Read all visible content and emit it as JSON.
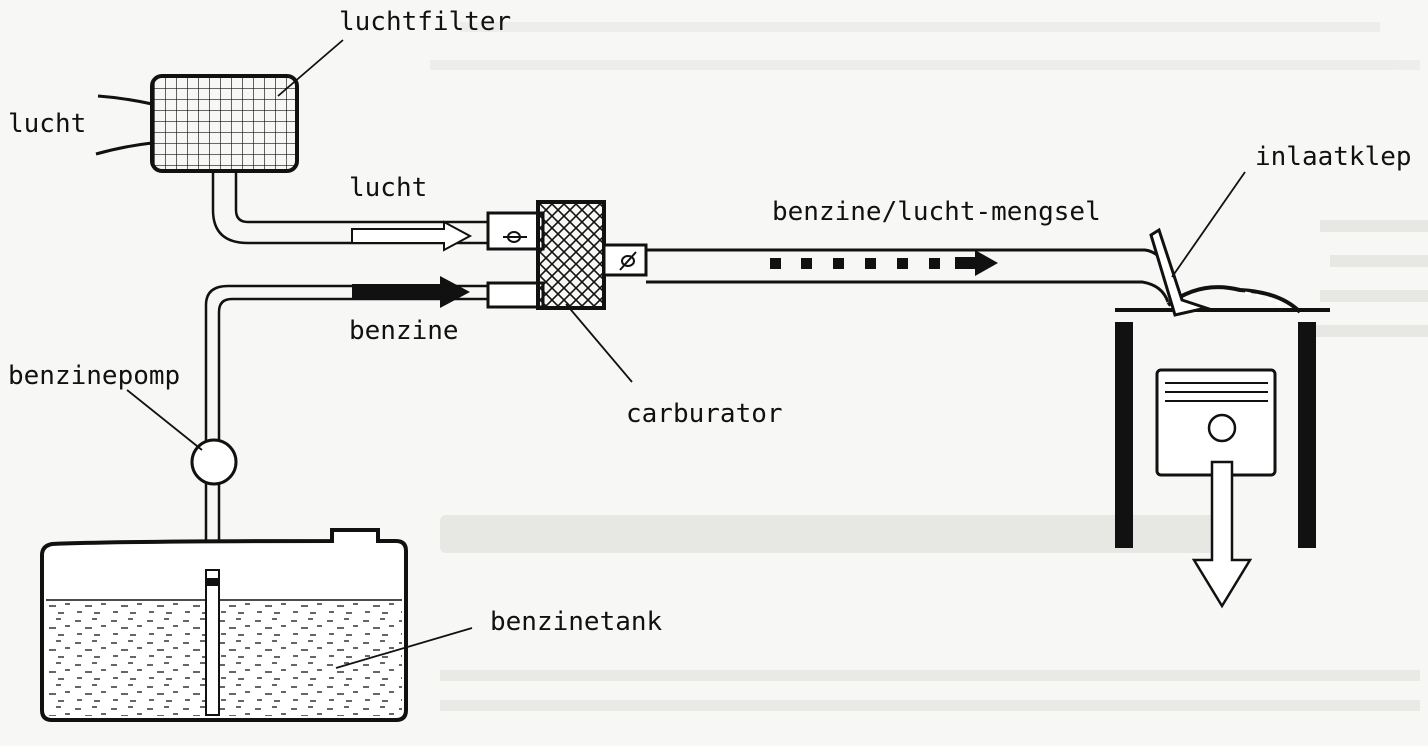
{
  "labels": {
    "luchtfilter": "luchtfilter",
    "lucht_intake": "lucht",
    "lucht_flow": "lucht",
    "benzine_flow": "benzine",
    "benzinepomp": "benzinepomp",
    "carburator": "carburator",
    "mengsel": "benzine/lucht-mengsel",
    "inlaatklep": "inlaatklep",
    "benzinetank": "benzinetank"
  },
  "colors": {
    "ink": "#111111",
    "paper": "#f7f7f5",
    "bleed_through": "#d7d7d4"
  }
}
